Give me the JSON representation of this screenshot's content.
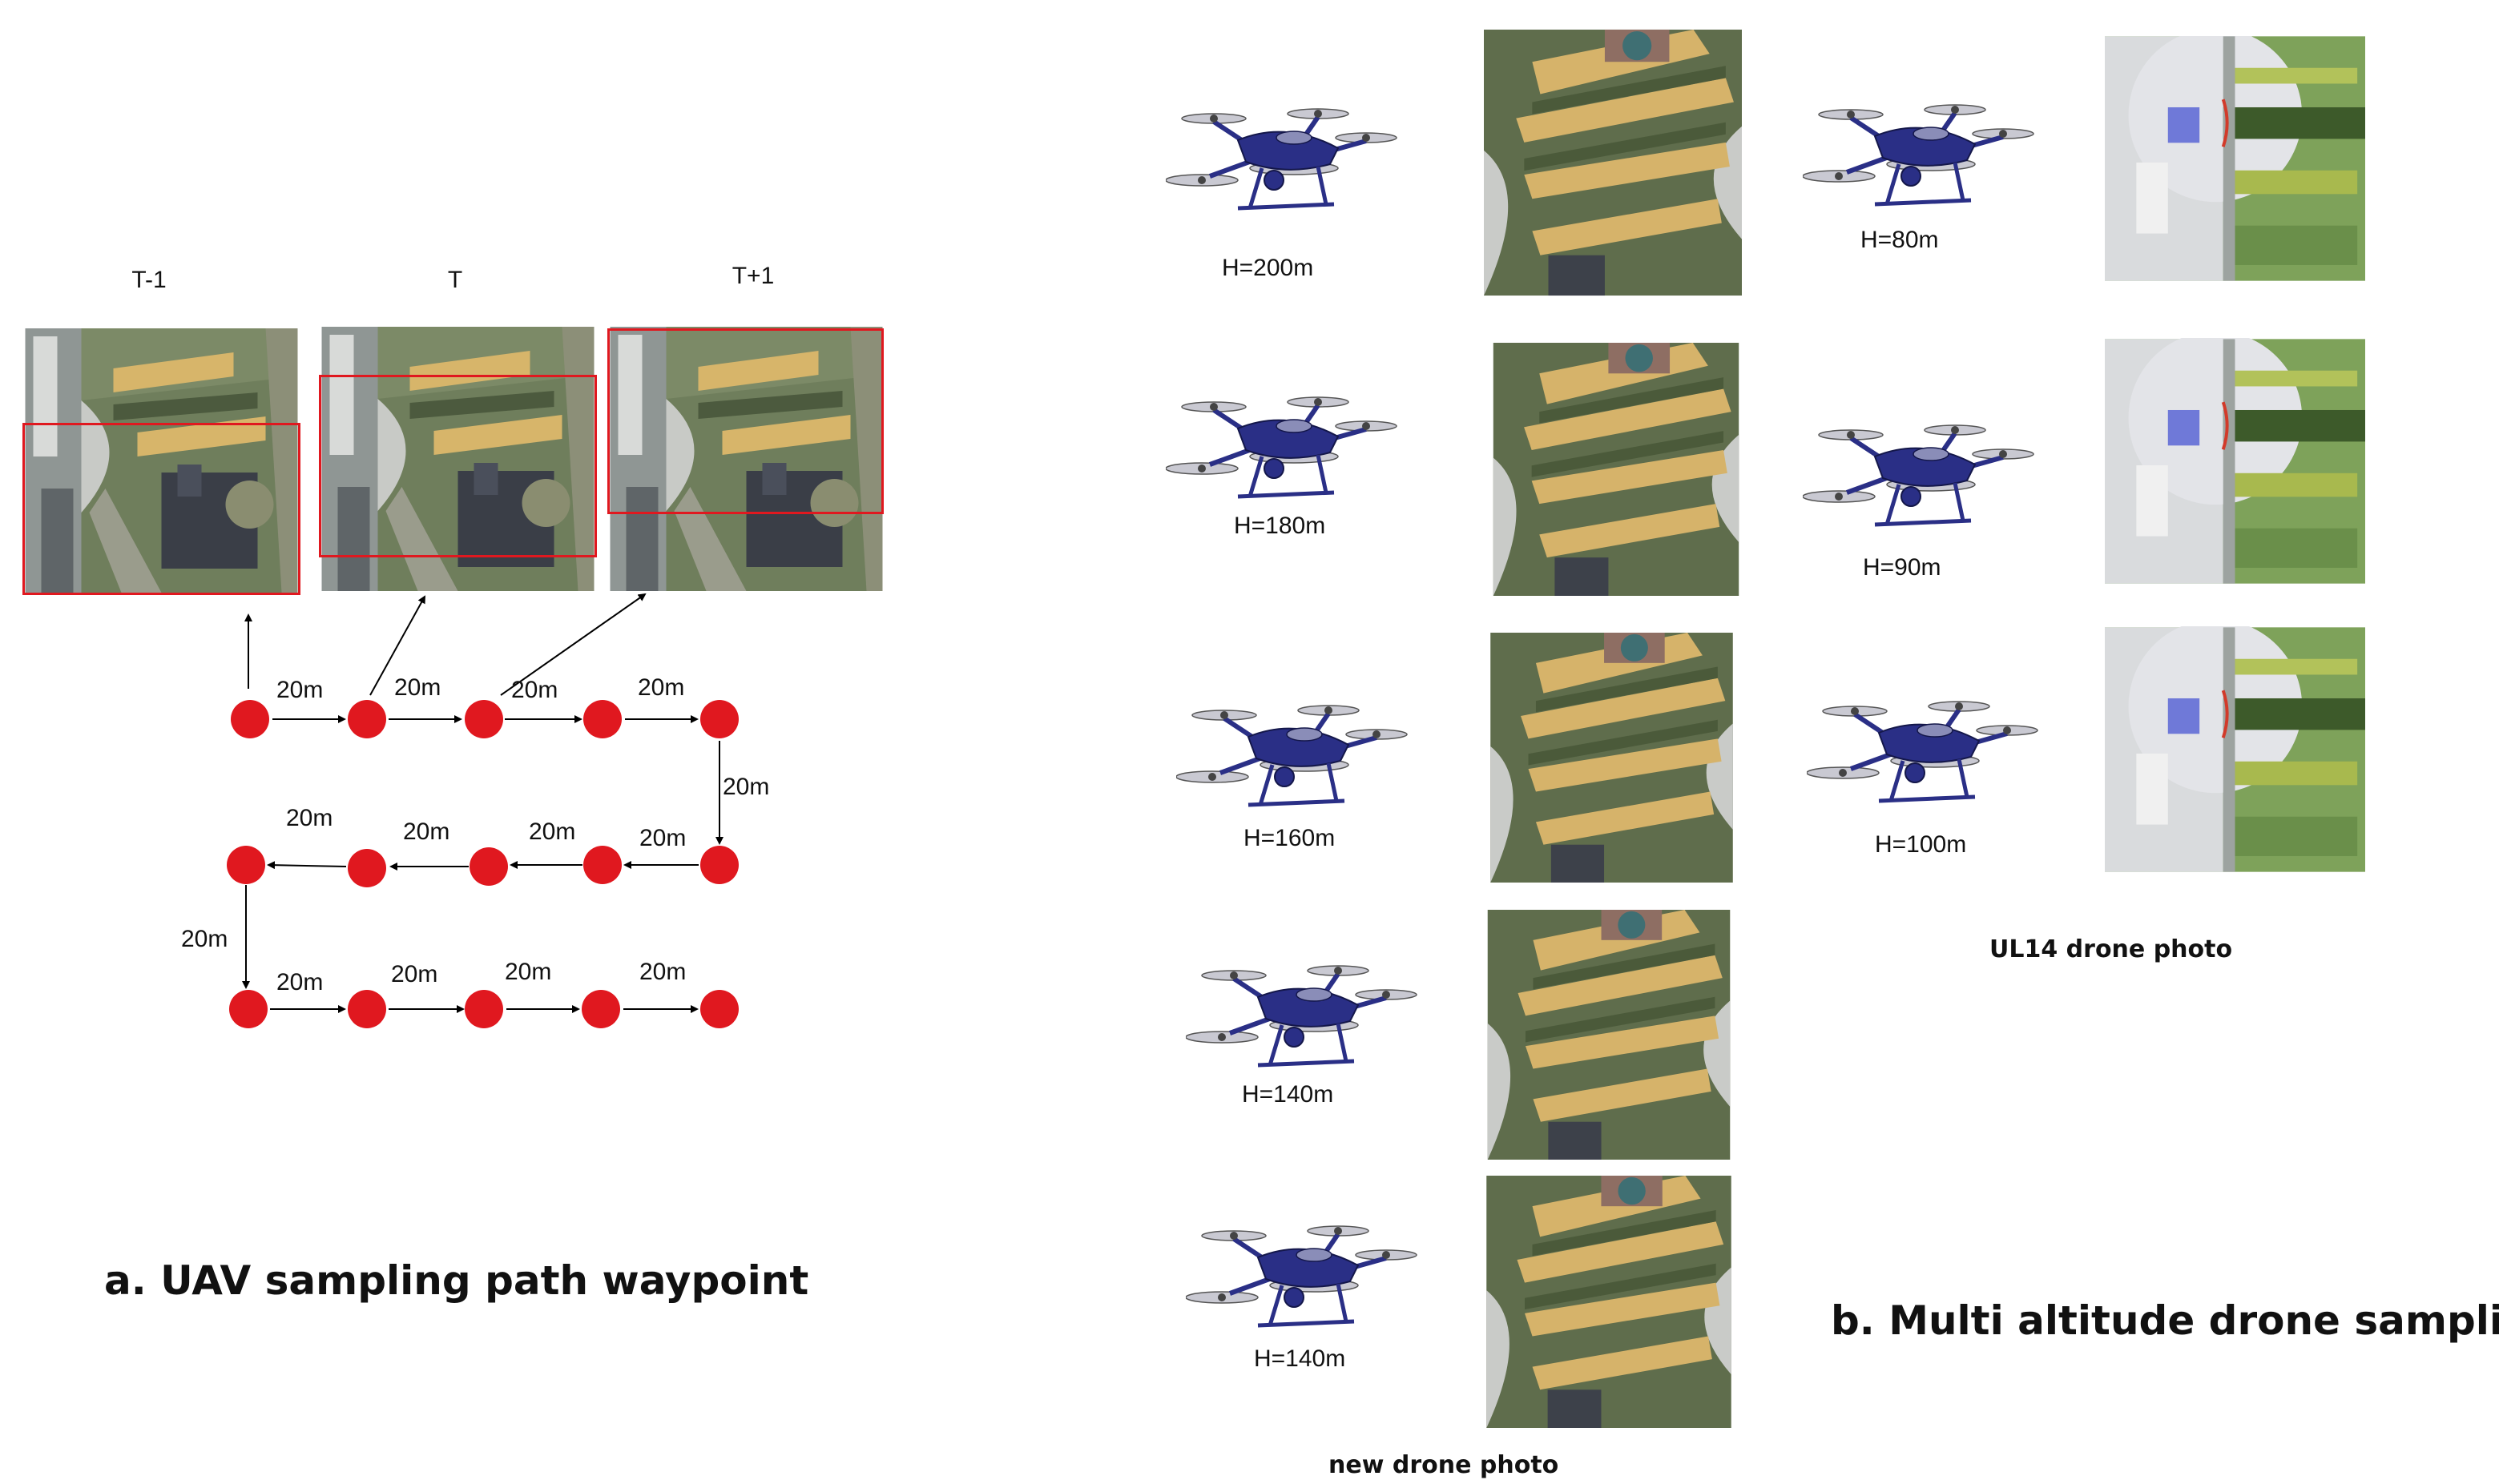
{
  "panel_a": {
    "frame_labels": [
      "T-1",
      "T",
      "T+1"
    ],
    "distance_labels": [
      "20m",
      "20m",
      "20m",
      "20m",
      "20m",
      "20m",
      "20m",
      "20m",
      "20m",
      "20m",
      "20m",
      "20m",
      "20m",
      "20m"
    ],
    "caption": "a. UAV sampling path waypoint",
    "colors": {
      "waypoint": "#e0181f",
      "highlight_box": "#e0181f",
      "arrow": "#000000"
    }
  },
  "panel_b": {
    "new_drone": {
      "altitudes": [
        "H=200m",
        "H=180m",
        "H=160m",
        "H=140m",
        "H=140m"
      ],
      "caption": "new drone photo"
    },
    "ul14": {
      "altitudes": [
        "H=80m",
        "H=90m",
        "H=100m"
      ],
      "caption": "UL14 drone photo"
    },
    "caption": "b. Multi altitude drone sampling",
    "colors": {
      "drone_body": "#2a2f86",
      "drone_rotor": "#c9c9d2"
    }
  }
}
